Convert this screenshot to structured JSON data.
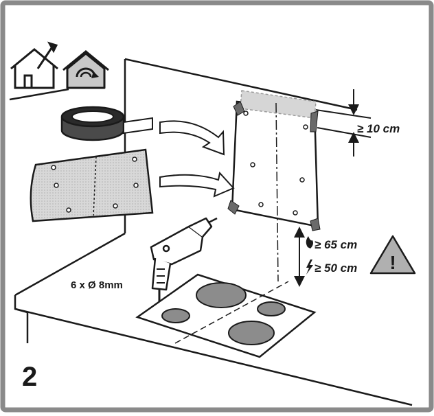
{
  "step_number": "2",
  "labels": {
    "drill_holes": "6 x Ø 8mm",
    "top_clearance": "≥ 10 cm",
    "gas_clearance": "≥ 65 cm",
    "electric_clearance": "≥ 50 cm",
    "warning_symbol": "!"
  },
  "icons": [
    "house-extract-icon",
    "house-recirculate-icon",
    "warning-triangle-icon",
    "gas-flame-icon",
    "electric-bolt-icon"
  ],
  "colors": {
    "frame": "#8a8a8a",
    "line": "#1a1a1a",
    "template_fill": "#dcdcdc",
    "burner": "#8c8c8c"
  }
}
